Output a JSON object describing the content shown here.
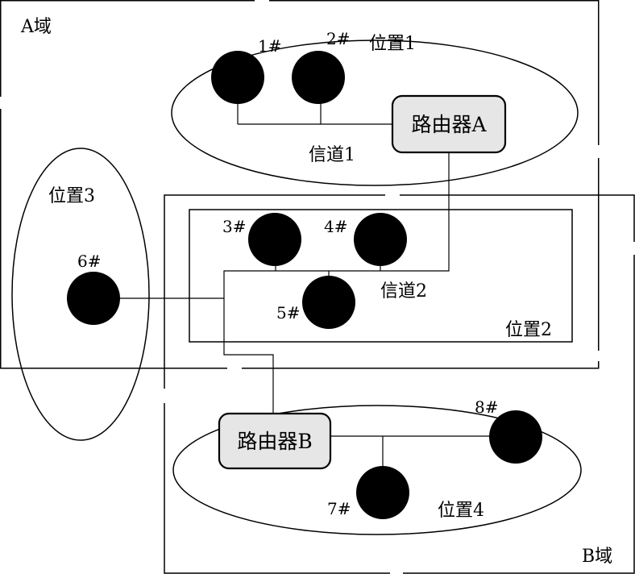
{
  "domains": {
    "a": "A域",
    "b": "B域"
  },
  "locations": {
    "loc1": "位置1",
    "loc2": "位置2",
    "loc3": "位置3",
    "loc4": "位置4"
  },
  "channels": {
    "ch1": "信道1",
    "ch2": "信道2"
  },
  "routers": {
    "a": "路由器A",
    "b": "路由器B"
  },
  "nodes": {
    "n1": "1#",
    "n2": "2#",
    "n3": "3#",
    "n4": "4#",
    "n5": "5#",
    "n6": "6#",
    "n7": "7#",
    "n8": "8#"
  }
}
